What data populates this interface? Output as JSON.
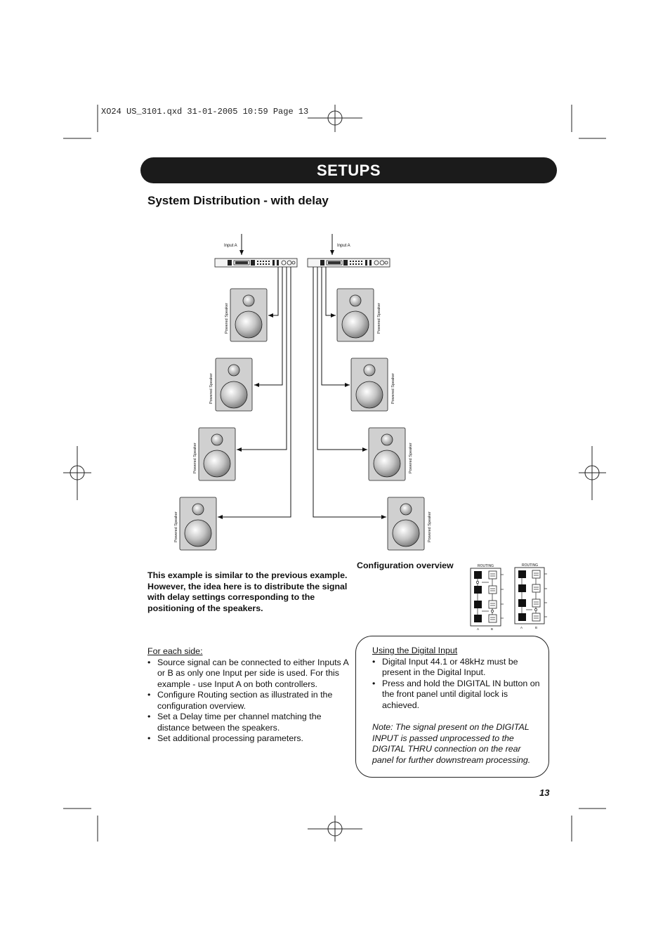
{
  "slug": "XO24 US_3101.qxd  31-01-2005  10:59  Page 13",
  "header": {
    "title": "SETUPS"
  },
  "section_title": "System Distribution - with delay",
  "diagram": {
    "input_label_left": "Input A",
    "input_label_right": "Input A",
    "speaker_label": "Powered Speaker"
  },
  "intro_text": "This example is similar to the previous example. However, the idea here is to distribute the signal with delay settings corresponding to the positioning of the speakers.",
  "config": {
    "label": "Configuration overview",
    "panel_title": "ROUTING",
    "col_a": "A",
    "col_b": "B"
  },
  "steps": {
    "heading": "For each side:",
    "items": [
      "Source signal can be connected to either Inputs A or B as only one Input per side is used. For this example - use Input A on both controllers.",
      "Configure Routing section as illustrated in the configuration overview.",
      "Set a Delay time per channel matching the distance between the speakers.",
      "Set additional processing parameters."
    ]
  },
  "digital_box": {
    "heading": "Using the Digital Input",
    "items": [
      "Digital Input 44.1 or 48kHz must be present in the Digital Input.",
      "Press and hold the DIGITAL IN button on the front panel until digital lock is achieved."
    ],
    "note": "Note: The signal present on the DIGITAL INPUT is passed unprocessed to the DIGITAL THRU connection on the rear panel for further downstream processing."
  },
  "page_number": "13"
}
